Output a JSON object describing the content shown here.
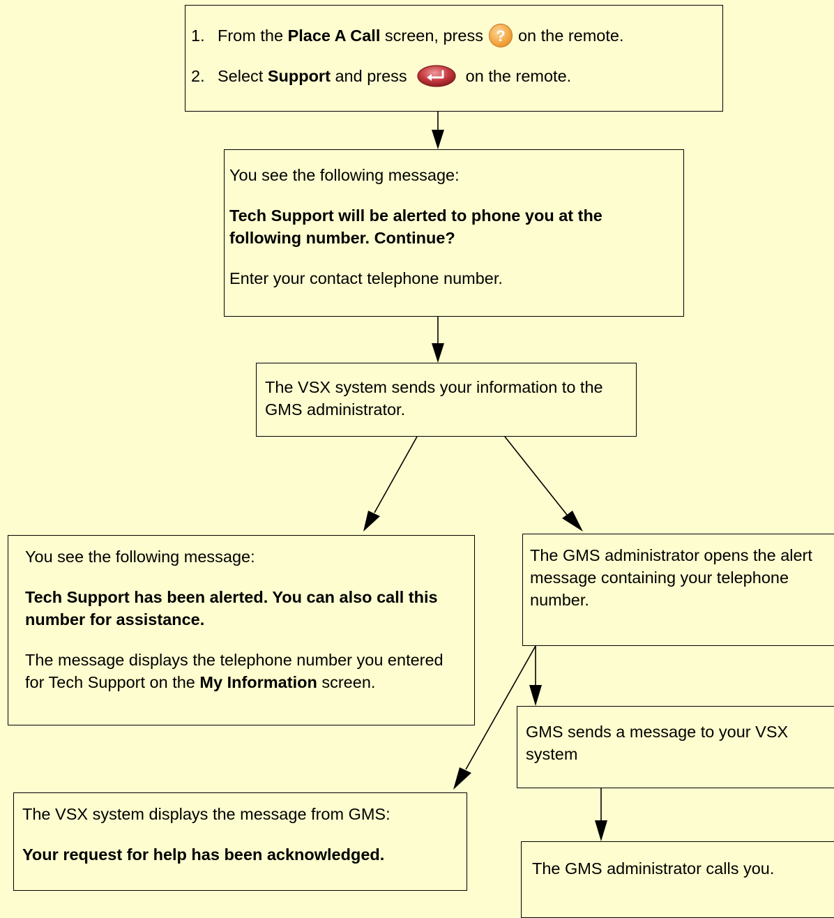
{
  "step1": {
    "number": "1.",
    "text_a": "From the ",
    "bold": "Place A Call",
    "text_b": " screen, press",
    "text_c": "on the remote.",
    "icon": "help-button-icon"
  },
  "step2": {
    "number": "2.",
    "text_a": "Select ",
    "bold": "Support",
    "text_b": " and press",
    "text_c": "on the remote.",
    "icon": "enter-button-icon"
  },
  "box_confirm": {
    "intro": "You see the following message:",
    "message": "Tech Support will be alerted to phone you at the following number. Continue?",
    "instruction": "Enter your contact telephone number."
  },
  "box_send": {
    "text": "The VSX system sends your information to the GMS administrator."
  },
  "box_alerted": {
    "intro": "You see the following message:",
    "message": "Tech Support has been alerted. You can also call this number for assistance.",
    "detail_a": "The message displays the telephone number you entered for Tech Support on the ",
    "detail_bold": "My Information",
    "detail_b": " screen."
  },
  "box_admin_opens": {
    "text": "The GMS administrator opens the alert message containing your telephone number."
  },
  "box_gms_sends": {
    "text": "GMS sends a message to your VSX system"
  },
  "box_displays": {
    "intro": "The VSX system displays the message from GMS:",
    "message": "Your request for help has been acknowledged."
  },
  "box_calls": {
    "text": "The GMS administrator calls you."
  },
  "colors": {
    "background": "#fefdcf",
    "help_icon": "#f2a33c",
    "enter_icon": "#c2373c"
  }
}
